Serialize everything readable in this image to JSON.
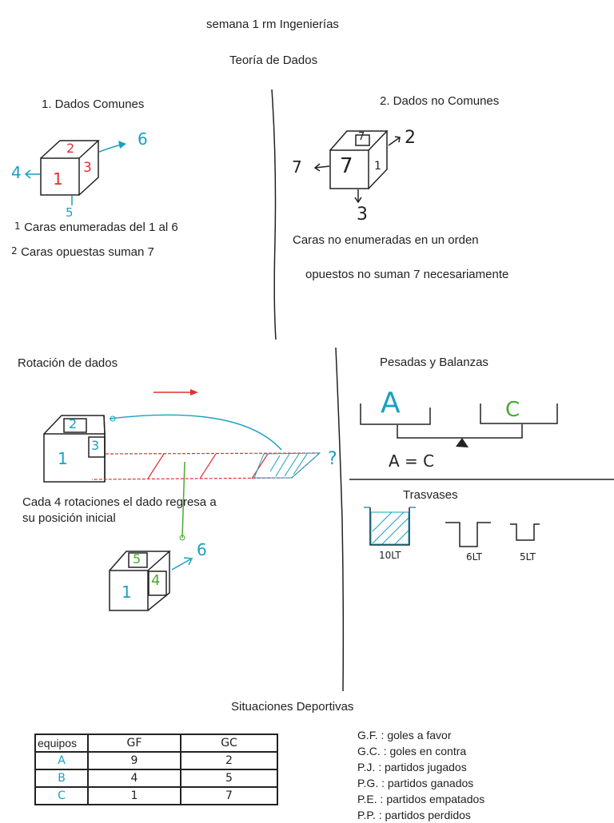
{
  "title": "semana 1 rm Ingenierías",
  "subtitle": "Teoría de Dados",
  "dados_comunes": {
    "heading": "1. Dados Comunes",
    "die": {
      "front": "1",
      "top": "2",
      "right": "3",
      "left_label": "4",
      "back_label": "6",
      "bottom_label": "5"
    },
    "notes": [
      {
        "num": "1",
        "text": "Caras enumeradas del 1 al 6"
      },
      {
        "num": "2",
        "text": "Caras opuestas suman 7"
      }
    ]
  },
  "dados_no_comunes": {
    "heading": "2. Dados no Comunes",
    "die": {
      "front": "7",
      "top": "7",
      "right": "1",
      "left_label": "7",
      "right_label": "2",
      "bottom_label": "3"
    },
    "notes": [
      "Caras no enumeradas en un orden",
      "opuestos no suman 7 necesariamente"
    ]
  },
  "rotacion": {
    "heading": "Rotación de dados",
    "die1": {
      "front": "1",
      "top": "2",
      "right": "3"
    },
    "question": "?",
    "note_lines": [
      "Cada 4 rotaciones el dado regresa a",
      "su posición inicial"
    ],
    "die2": {
      "front": "1",
      "top": "5",
      "right": "4",
      "side_label": "6"
    }
  },
  "pesadas": {
    "heading": "Pesadas y Balanzas",
    "pan_left": "A",
    "pan_right": "C",
    "equation": "A = C"
  },
  "trasvases": {
    "heading": "Trasvases",
    "containers": [
      "10LT",
      "6LT",
      "5LT"
    ]
  },
  "deportivas": {
    "heading": "Situaciones Deportivas",
    "table": {
      "headers": [
        "equipos",
        "GF",
        "GC"
      ],
      "rows": [
        {
          "team": "A",
          "gf": "9",
          "gc": "2"
        },
        {
          "team": "B",
          "gf": "4",
          "gc": "5"
        },
        {
          "team": "C",
          "gf": "1",
          "gc": "7"
        }
      ]
    },
    "legend": [
      "G.F. : goles a favor",
      "G.C. : goles en contra",
      "P.J. : partidos jugados",
      "P.G. : partidos ganados",
      "P.E. : partidos empatados",
      "P.P. : partidos perdidos"
    ]
  },
  "colors": {
    "red": "#e03030",
    "teal": "#1aa0c0",
    "green": "#4aaa30",
    "ink": "#222222"
  }
}
